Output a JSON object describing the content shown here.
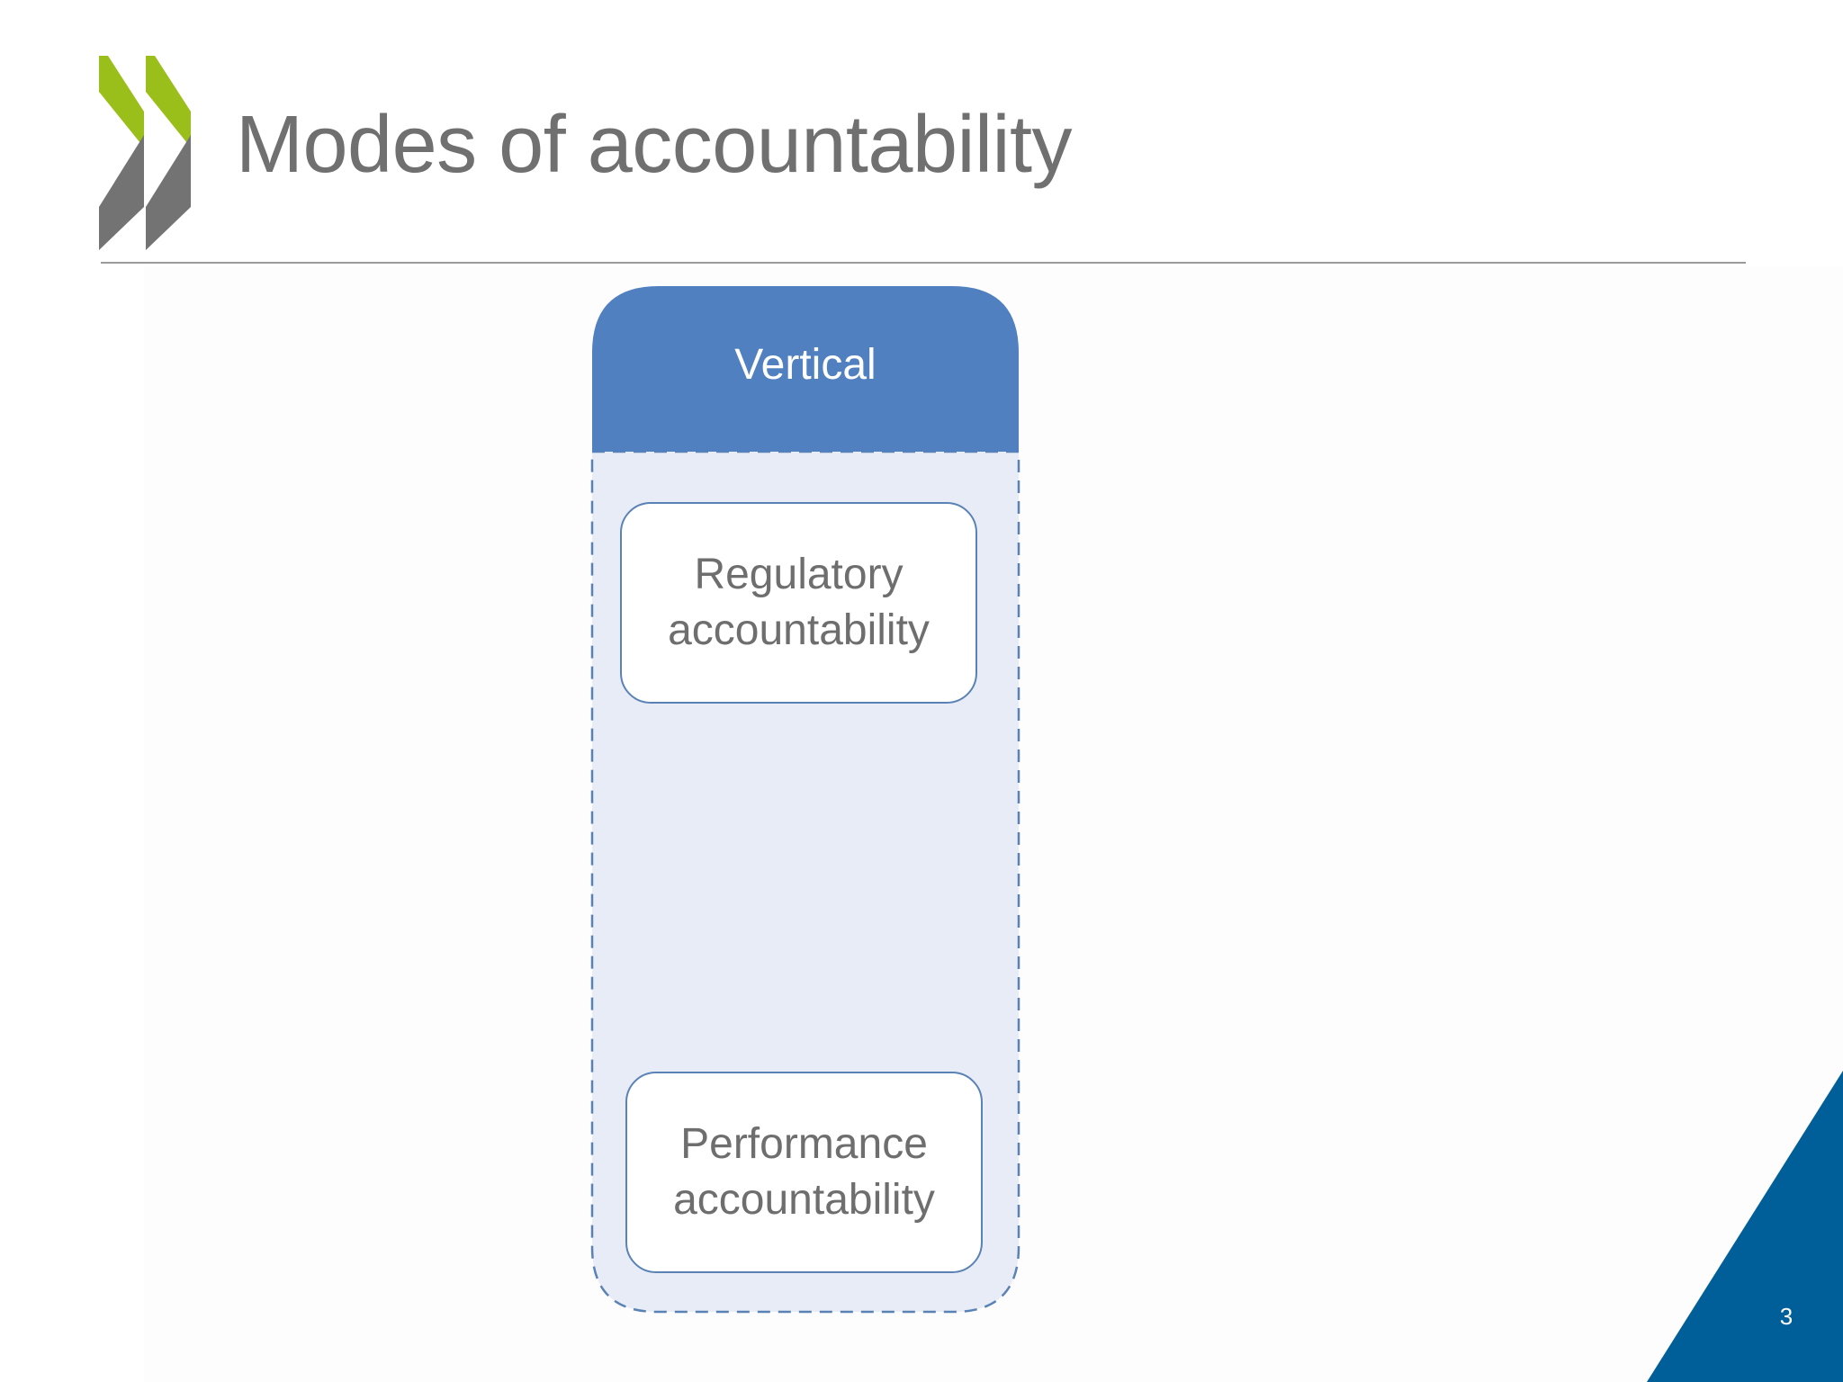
{
  "slide": {
    "title": "Modes of accountability",
    "page_number": "3"
  },
  "diagram": {
    "header": "Vertical",
    "nodes": [
      {
        "label_line1": "Regulatory",
        "label_line2": "accountability"
      },
      {
        "label_line1": "Performance",
        "label_line2": "accountability"
      }
    ]
  },
  "colors": {
    "header_fill": "#5080c0",
    "container_fill": "#e8ecf6",
    "container_border": "#5a82b5",
    "title_text": "#707070",
    "logo_green": "#9bbf1a",
    "logo_gray": "#737373",
    "corner_blue": "#005f99"
  },
  "icons": [
    "oecd-chevron-logo"
  ]
}
